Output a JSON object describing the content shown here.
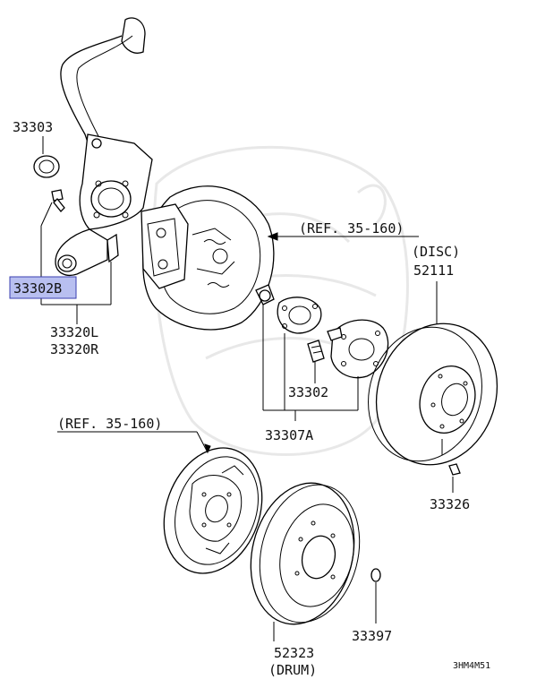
{
  "labels": {
    "p33303": "33303",
    "p33302B": "33302B",
    "p33320L": "33320L",
    "p33320R": "33320R",
    "ref_upper": "(REF. 35-160)",
    "ref_lower": "(REF. 35-160)",
    "disc_note": "(DISC)",
    "p52111": "52111",
    "p33302": "33302",
    "p33307A": "33307A",
    "p33326": "33326",
    "p52323": "52323",
    "drum_note": "(DRUM)",
    "p33397": "33397",
    "diagram_code": "3HM4M51"
  },
  "colors": {
    "highlight_fill": "#b8bff0",
    "highlight_stroke": "#3a3fb0",
    "line": "#000000",
    "watermark": "#e8e8e8"
  }
}
